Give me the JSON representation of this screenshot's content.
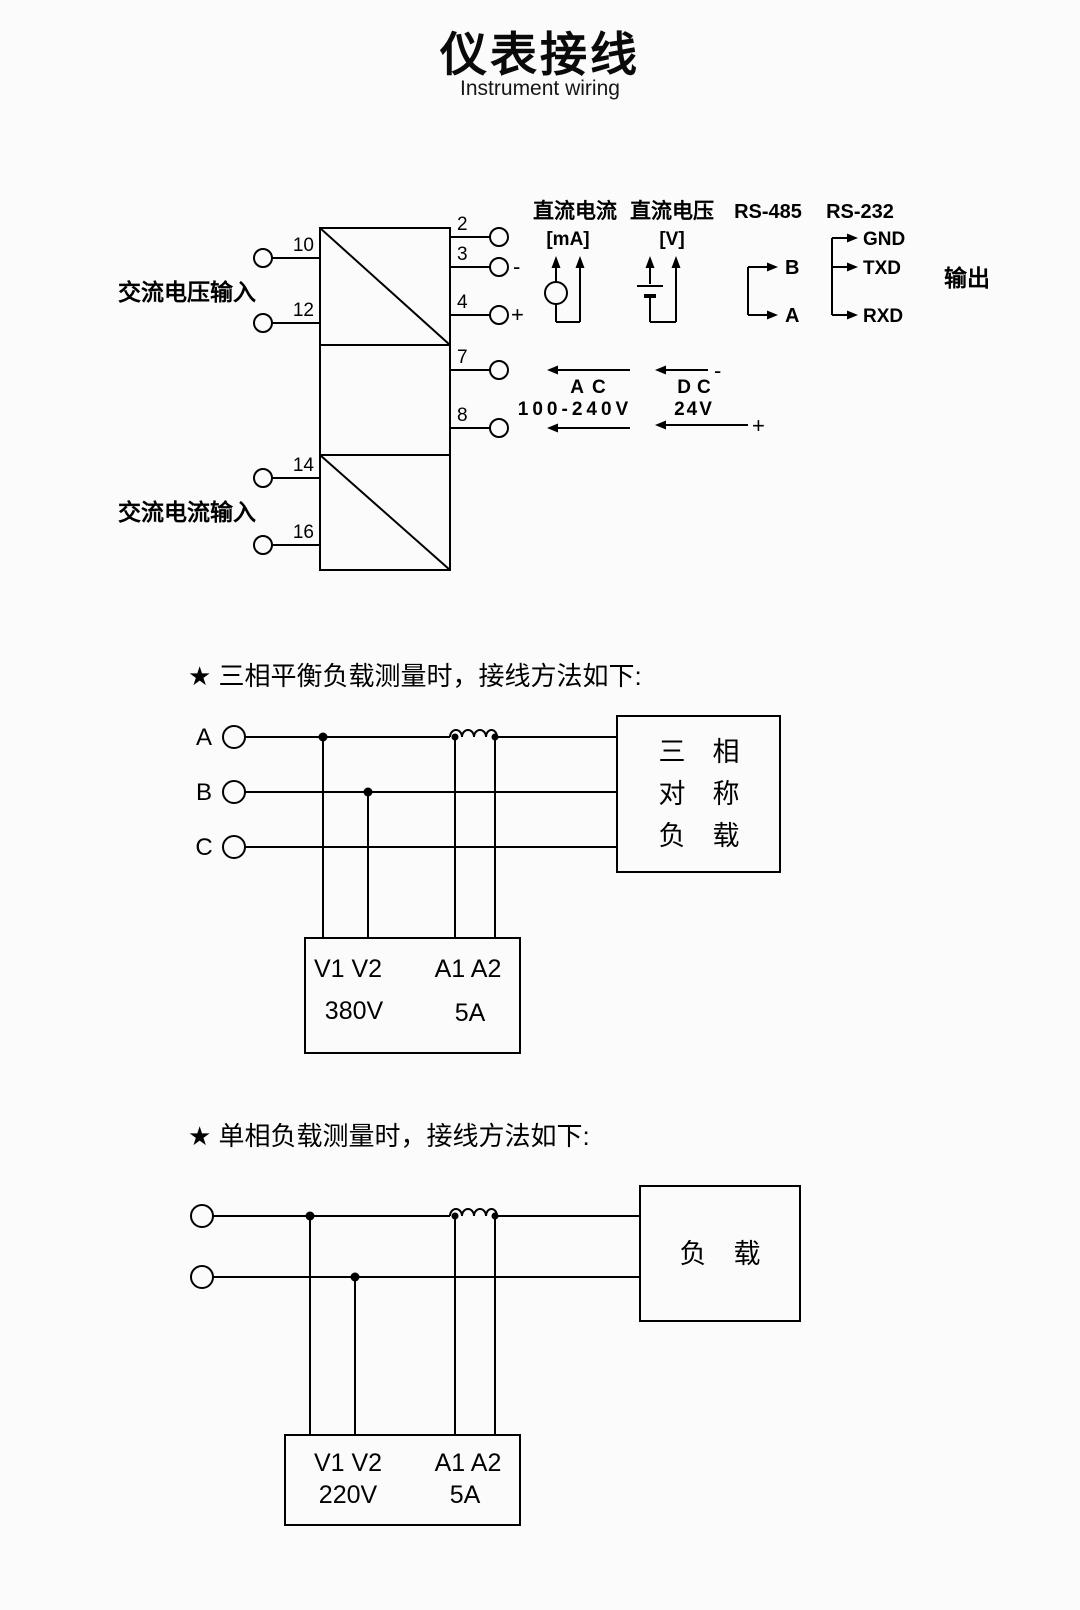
{
  "header": {
    "title": "仪表接线",
    "subtitle": "Instrument wiring"
  },
  "device_diagram": {
    "ac_voltage_input_label": "交流电压输入",
    "ac_current_input_label": "交流电流输入",
    "terminal_2": "2",
    "terminal_3": "3",
    "terminal_4": "4",
    "terminal_7": "7",
    "terminal_8": "8",
    "terminal_10": "10",
    "terminal_12": "12",
    "terminal_14": "14",
    "terminal_16": "16",
    "terminal_3_polarity": "-",
    "terminal_4_polarity": "+",
    "dc_current_label": "直流电流",
    "dc_current_unit": "[mA]",
    "dc_voltage_label": "直流电压",
    "dc_voltage_unit": "[V]",
    "rs485_label": "RS-485",
    "rs485_line_b": "B",
    "rs485_line_a": "A",
    "rs232_label": "RS-232",
    "rs232_gnd": "GND",
    "rs232_txd": "TXD",
    "rs232_rxd": "RXD",
    "output_label": "输出",
    "ac_supply_type": "AC",
    "ac_supply_range": "100-240V",
    "dc_supply_type": "DC",
    "dc_supply_voltage": "24V",
    "dc_supply_minus": "-",
    "dc_supply_plus": "+"
  },
  "three_phase_section": {
    "heading": "★ 三相平衡负载测量时，接线方法如下:",
    "phase_a": "A",
    "phase_b": "B",
    "phase_c": "C",
    "load_box_line1": "三　相",
    "load_box_line2": "对　称",
    "load_box_line3": "负　载",
    "meter_voltage_terminals": "V1 V2",
    "meter_current_terminals": "A1 A2",
    "meter_voltage_rating": "380V",
    "meter_current_rating": "5A"
  },
  "single_phase_section": {
    "heading": "★ 单相负载测量时，接线方法如下:",
    "load_box_label": "负　载",
    "meter_voltage_terminals": "V1 V2",
    "meter_current_terminals": "A1 A2",
    "meter_voltage_rating": "220V",
    "meter_current_rating": "5A"
  }
}
